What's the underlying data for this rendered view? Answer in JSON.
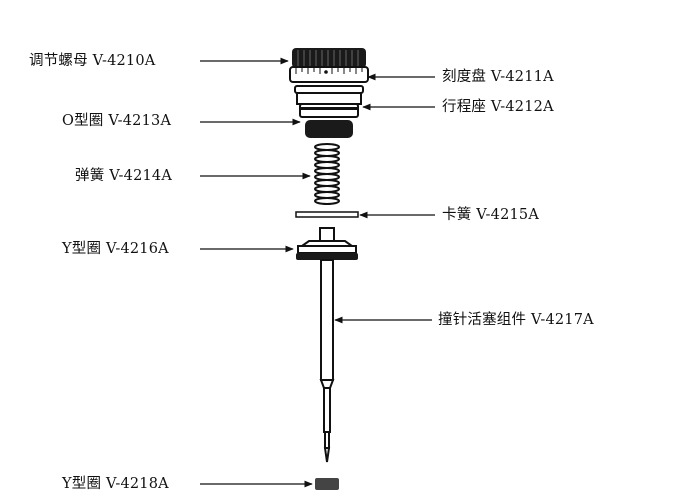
{
  "parts": [
    {
      "id": "adjusting-nut",
      "name": "调节螺母",
      "code": "V-4210A"
    },
    {
      "id": "dial",
      "name": "刻度盘",
      "code": "V-4211A"
    },
    {
      "id": "stroke-seat",
      "name": "行程座",
      "code": "V-4212A"
    },
    {
      "id": "o-ring",
      "name": "O型圈",
      "code": "V-4213A"
    },
    {
      "id": "spring",
      "name": "弹簧",
      "code": "V-4214A"
    },
    {
      "id": "circlip",
      "name": "卡簧",
      "code": "V-4215A"
    },
    {
      "id": "y-ring-upper",
      "name": "Y型圈",
      "code": "V-4216A"
    },
    {
      "id": "needle-piston-assembly",
      "name": "撞针活塞组件",
      "code": "V-4217A"
    },
    {
      "id": "y-ring-lower",
      "name": "Y型圈",
      "code": "V-4218A"
    }
  ],
  "colors": {
    "ink": "#111111",
    "dark": "#1a1a1a",
    "background": "#ffffff"
  }
}
